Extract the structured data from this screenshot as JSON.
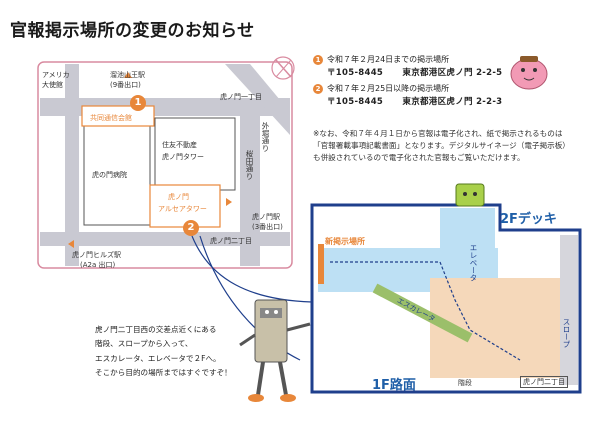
{
  "title": "官報掲示場所の変更のお知らせ",
  "info": {
    "item1_num": "1",
    "item1_text": "令和７年２月24日までの掲示場所",
    "item1_zip": "〒105-8445",
    "item1_addr": "東京都港区虎ノ門 2-2-5",
    "item2_num": "2",
    "item2_text": "令和７年２月25日以降の掲示場所",
    "item2_zip": "〒105-8445",
    "item2_addr": "東京都港区虎ノ門 2-2-3",
    "note": "※なお、令和７年４月１日から官報は電子化され、紙で掲示されるものは「官報署載事項記載書面」となります。デジタルサイネージ（電子掲示板）も併設されているので電子化された官報もご覧いただけます。"
  },
  "map": {
    "america": "アメリカ",
    "embassy": "大使館",
    "tameike_station": "溜池山王駅",
    "tameike_exit": "(9番出口)",
    "toranomon1": "虎ノ門一丁目",
    "kyosai": "共同通信会館",
    "sumitomo1": "住友不動産",
    "sumitomo2": "虎ノ門タワー",
    "hospital": "虎の門病院",
    "sotobori": "外堀通り",
    "sakurada": "桜田通り",
    "arcea1": "虎ノ門",
    "arcea2": "アルセアタワー",
    "toranomon_station": "虎ノ門駅",
    "toranomon_exit": "(3番出口)",
    "toranomon2": "虎ノ門二丁目",
    "hills_station": "虎ノ門ヒルズ駅",
    "hills_exit": "(A2a 出口)",
    "marker1": "1",
    "marker2": "2"
  },
  "floor": {
    "deck": "2Fデッキ",
    "new_location": "新掲示場所",
    "elevator": "エレベータ",
    "escalator": "エスカレータ",
    "slope": "スロープ",
    "stairs": "階段",
    "street": "1F路面",
    "toranomon2_sign": "虎ノ門二丁目"
  },
  "caption": {
    "line1": "虎ノ門二丁目西の交差点近くにある",
    "line2": "階段、スロープから入って、",
    "line3": "エスカレータ、エレベータで２Fへ。",
    "line4": "そこから目的の場所まではすぐですぞ！"
  },
  "colors": {
    "accent": "#e8873a",
    "frame": "#d98ba0",
    "navy": "#1f3f8c",
    "road": "#bfbfc8"
  }
}
